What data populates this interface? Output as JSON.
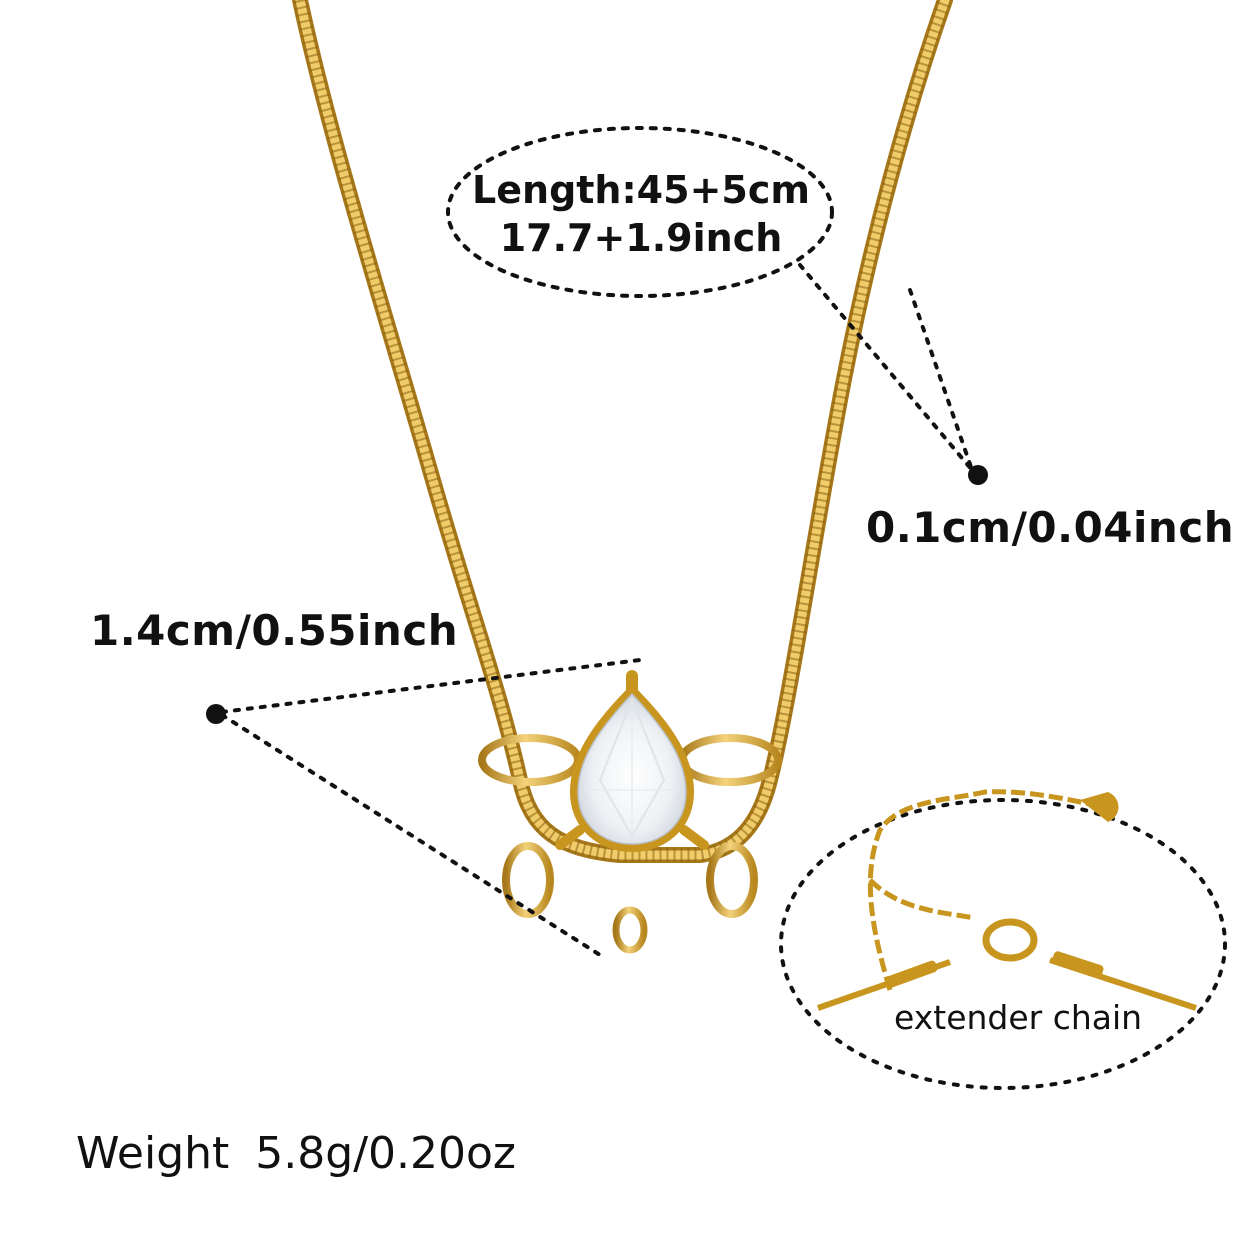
{
  "annotations": {
    "length_line1": "Length:45+5cm",
    "length_line2": "17.7+1.9inch",
    "chain_thickness": "0.1cm/0.04inch",
    "pendant_size": "1.4cm/0.55inch",
    "extender_label": "extender chain",
    "weight_label": "Weight",
    "weight_value": "5.8g/0.20oz"
  },
  "colors": {
    "gold": "#d4a32c",
    "gold_dark": "#a7781a",
    "gold_light": "#f3d27a",
    "ink": "#111111",
    "background": "#ffffff"
  }
}
